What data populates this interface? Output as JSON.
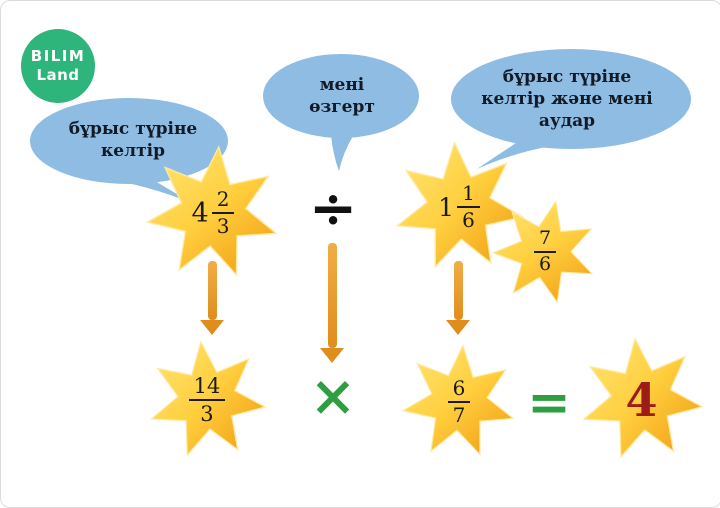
{
  "logo": {
    "line1": "BILIM",
    "line2": "Land"
  },
  "bubbles": {
    "convert_left": {
      "line1": "бұрыс түріне",
      "line2": "келтір"
    },
    "change_me": {
      "line1": "мені",
      "line2": "өзгерт"
    },
    "convert_flip": {
      "line1": "бұрыс түріне",
      "line2": "келтір және мені",
      "line3": "аудар"
    }
  },
  "expression": {
    "mixed_left": {
      "whole": "4",
      "num": "2",
      "den": "3"
    },
    "divide_sign": "÷",
    "mixed_right": {
      "whole": "1",
      "num": "1",
      "den": "6"
    },
    "reciprocal": {
      "num": "7",
      "den": "6"
    },
    "improper_left": {
      "num": "14",
      "den": "3"
    },
    "multiply_sign": "×",
    "flipped_right": {
      "num": "6",
      "den": "7"
    },
    "equals_sign": "=",
    "result": "4"
  },
  "colors": {
    "star_gold": "#F5A91F",
    "bubble_blue": "#8FBCE3",
    "arrow_orange": "#DF8D1D",
    "operator_green": "#2E9E41",
    "result_red": "#9E1B1B",
    "logo_green": "#2EB57B"
  }
}
